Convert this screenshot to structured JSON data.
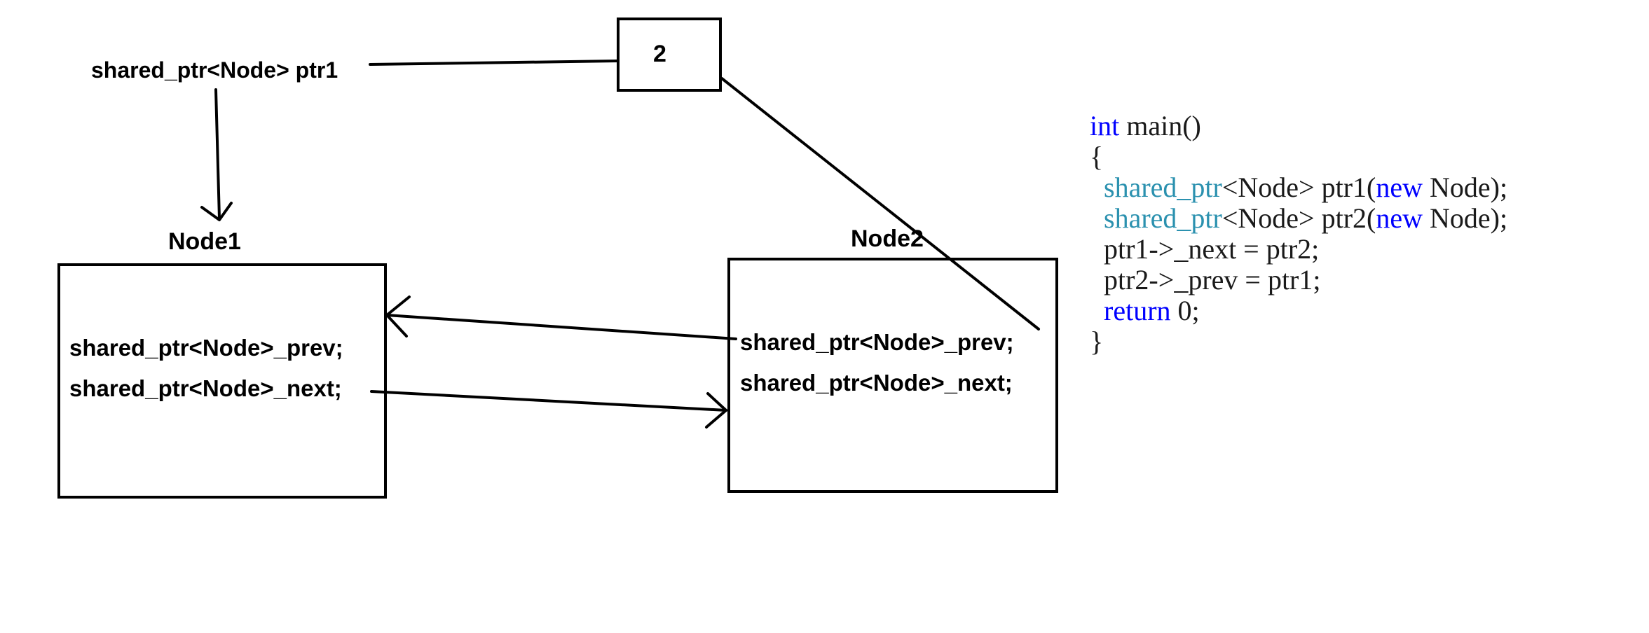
{
  "diagram": {
    "ptr1_label": "shared_ptr<Node> ptr1",
    "refcount": "2",
    "node1": {
      "title": "Node1",
      "field_prev": "shared_ptr<Node>_prev;",
      "field_next": "shared_ptr<Node>_next;"
    },
    "node2": {
      "title": "Node2",
      "field_prev": "shared_ptr<Node>_prev;",
      "field_next": "shared_ptr<Node>_next;"
    }
  },
  "code": {
    "line1_kw": "int",
    "line1_rest": " main()",
    "line2": "{",
    "line3_indent": "  ",
    "line3_type": "shared_ptr",
    "line3_mid": "<Node> ptr1(",
    "line3_kw": "new",
    "line3_end": " Node);",
    "line4_indent": "  ",
    "line4_type": "shared_ptr",
    "line4_mid": "<Node> ptr2(",
    "line4_kw": "new",
    "line4_end": " Node);",
    "line5": "  ptr1->_next = ptr2;",
    "line6": "  ptr2->_prev = ptr1;",
    "line7_indent": "  ",
    "line7_kw": "return",
    "line7_end": " 0;",
    "line8": "}"
  },
  "colors": {
    "keyword": "#0000ff",
    "type": "#2b91af",
    "text": "#1a1a1a",
    "stroke": "#000000"
  }
}
